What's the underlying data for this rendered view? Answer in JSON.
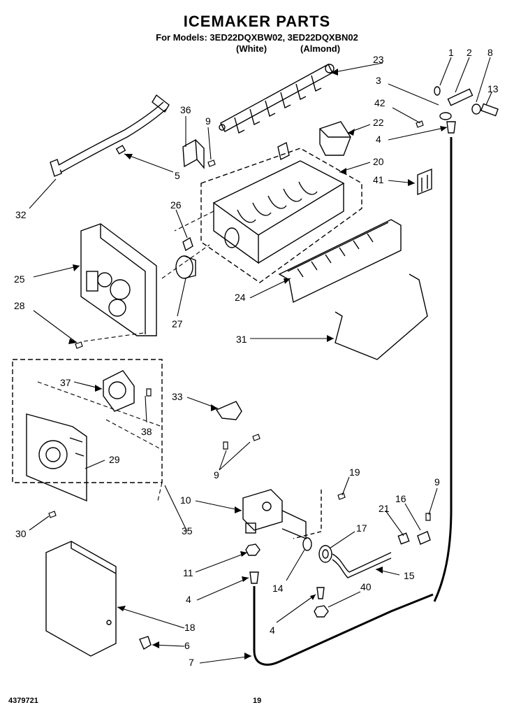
{
  "header": {
    "title": "ICEMAKER PARTS",
    "models_line": "For Models: 3ED22DQXBW02, 3ED22DQXBN02",
    "variant_white": "(White)",
    "variant_almond": "(Almond)"
  },
  "footer": {
    "part_number": "4379721",
    "page_number": "19"
  },
  "callouts": [
    "1",
    "2",
    "8",
    "3",
    "13",
    "42",
    "4",
    "22",
    "23",
    "36",
    "9",
    "5",
    "20",
    "41",
    "32",
    "26",
    "25",
    "28",
    "27",
    "24",
    "31",
    "37",
    "38",
    "33",
    "29",
    "9",
    "30",
    "35",
    "19",
    "9",
    "10",
    "21",
    "16",
    "17",
    "11",
    "15",
    "14",
    "40",
    "4",
    "4",
    "18",
    "6",
    "7"
  ]
}
